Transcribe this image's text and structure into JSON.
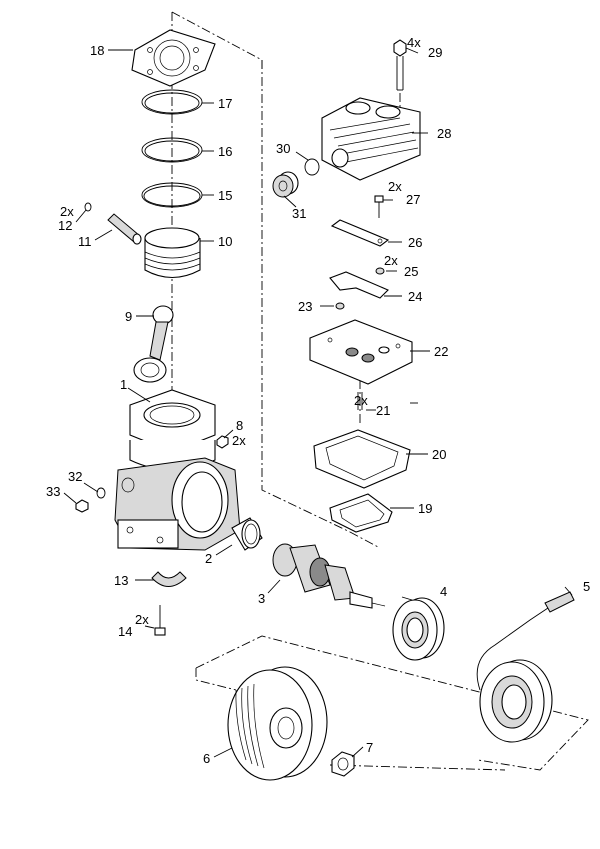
{
  "diagram": {
    "callouts": [
      {
        "num": "1",
        "qty": ""
      },
      {
        "num": "2",
        "qty": ""
      },
      {
        "num": "3",
        "qty": ""
      },
      {
        "num": "4",
        "qty": ""
      },
      {
        "num": "5",
        "qty": ""
      },
      {
        "num": "6",
        "qty": ""
      },
      {
        "num": "7",
        "qty": ""
      },
      {
        "num": "8",
        "qty": "2x"
      },
      {
        "num": "9",
        "qty": ""
      },
      {
        "num": "10",
        "qty": ""
      },
      {
        "num": "11",
        "qty": ""
      },
      {
        "num": "12",
        "qty": "2x"
      },
      {
        "num": "13",
        "qty": ""
      },
      {
        "num": "14",
        "qty": "2x"
      },
      {
        "num": "15",
        "qty": ""
      },
      {
        "num": "16",
        "qty": ""
      },
      {
        "num": "17",
        "qty": ""
      },
      {
        "num": "18",
        "qty": ""
      },
      {
        "num": "19",
        "qty": ""
      },
      {
        "num": "20",
        "qty": ""
      },
      {
        "num": "21",
        "qty": "2x"
      },
      {
        "num": "22",
        "qty": ""
      },
      {
        "num": "23",
        "qty": ""
      },
      {
        "num": "24",
        "qty": ""
      },
      {
        "num": "25",
        "qty": "2x"
      },
      {
        "num": "26",
        "qty": ""
      },
      {
        "num": "27",
        "qty": "2x"
      },
      {
        "num": "28",
        "qty": ""
      },
      {
        "num": "29",
        "qty": "4x"
      },
      {
        "num": "30",
        "qty": ""
      },
      {
        "num": "31",
        "qty": ""
      },
      {
        "num": "32",
        "qty": ""
      },
      {
        "num": "33",
        "qty": ""
      }
    ]
  }
}
